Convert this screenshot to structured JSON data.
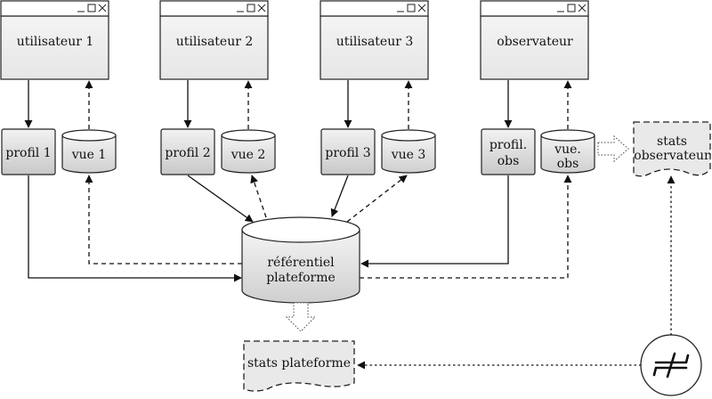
{
  "users": [
    {
      "window_label": "utilisateur 1",
      "profile_label": "profil 1",
      "view_label": "vue 1"
    },
    {
      "window_label": "utilisateur 2",
      "profile_label": "profil 2",
      "view_label": "vue 2"
    },
    {
      "window_label": "utilisateur 3",
      "profile_label": "profil 3",
      "view_label": "vue 3"
    }
  ],
  "observer": {
    "window_label": "observateur",
    "profile_label": [
      "profil.",
      "obs"
    ],
    "view_label": [
      "vue.",
      "obs"
    ],
    "stats_label": [
      "stats",
      "observateur"
    ]
  },
  "repository": {
    "label": [
      "référentiel",
      "plateforme"
    ]
  },
  "platform_stats": {
    "label": "stats plateforme"
  },
  "window_controls": [
    "minimize",
    "maximize",
    "close"
  ],
  "comparator_icon": "not-equal-icon"
}
